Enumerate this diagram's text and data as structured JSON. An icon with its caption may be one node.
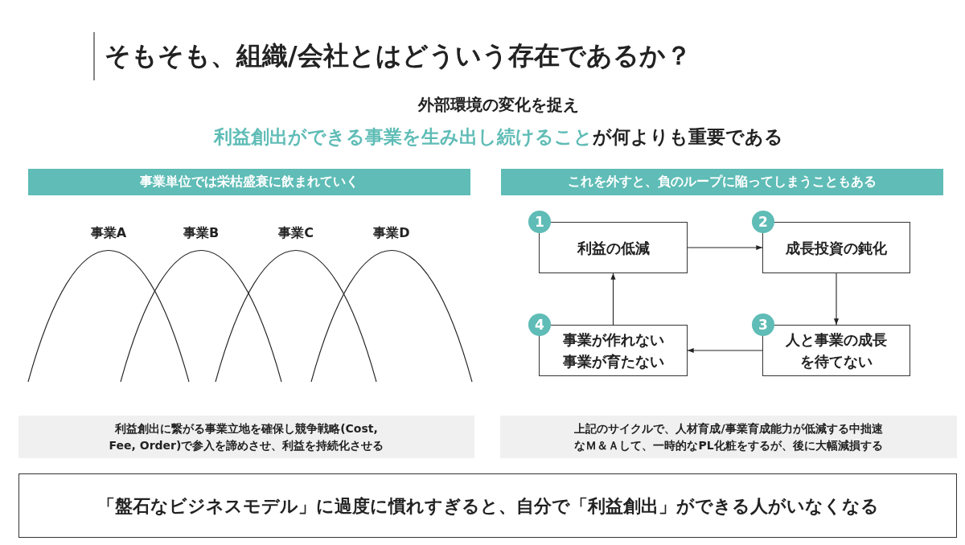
{
  "diagram": {
    "title": "そもそも、組織/会社とはどういう存在であるか？",
    "nodes": [
      {
        "text": [
          "事業単位では栄枯盛衰に飲まれていく"
        ]
      },
      {
        "text": [
          "これを外すと、負のループに陥ってしまうこともある"
        ]
      },
      {
        "text": [
          "利益の低減"
        ],
        "beside": [
          "1"
        ]
      },
      {
        "text": [
          "成長投資の鈍化"
        ],
        "beside": [
          "2"
        ]
      },
      {
        "text": [
          "人と事業の成長を待てない"
        ],
        "beside": [
          "3"
        ]
      },
      {
        "text": [
          "事業が作れない事業が育たない"
        ],
        "beside": [
          "4"
        ]
      },
      {
        "text": [
          "利益創出に繋がる事業立地を確保し競争戦略(Cost, Fee, Order)で参入を諦めさせ、利益を持続化させる"
        ]
      },
      {
        "text": [
          "上記のサイクルで、人材育成/事業育成能力が低減する中拙速なＭ＆Ａして、一時的なPL化粧をするが、後に大幅減損する"
        ]
      },
      {
        "text": [
          "「盤石なビジネスモデル」に過度に慣れすぎると、自分で「利益創出」ができる人がいなくなる"
        ]
      }
    ],
    "edges": [
      {
        "from": 2,
        "to": 3,
        "arrow": "to"
      },
      {
        "from": 3,
        "to": 4,
        "arrow": "to"
      },
      {
        "from": 4,
        "to": 5,
        "arrow": "to"
      },
      {
        "from": 5,
        "to": 2,
        "arrow": "to"
      }
    ],
    "labels": [
      "外部環境の変化を捉え",
      "利益創出ができる事業を生み出し続けること",
      "が何よりも重要である",
      "事業A",
      "事業B",
      "事業C",
      "事業D"
    ]
  }
}
